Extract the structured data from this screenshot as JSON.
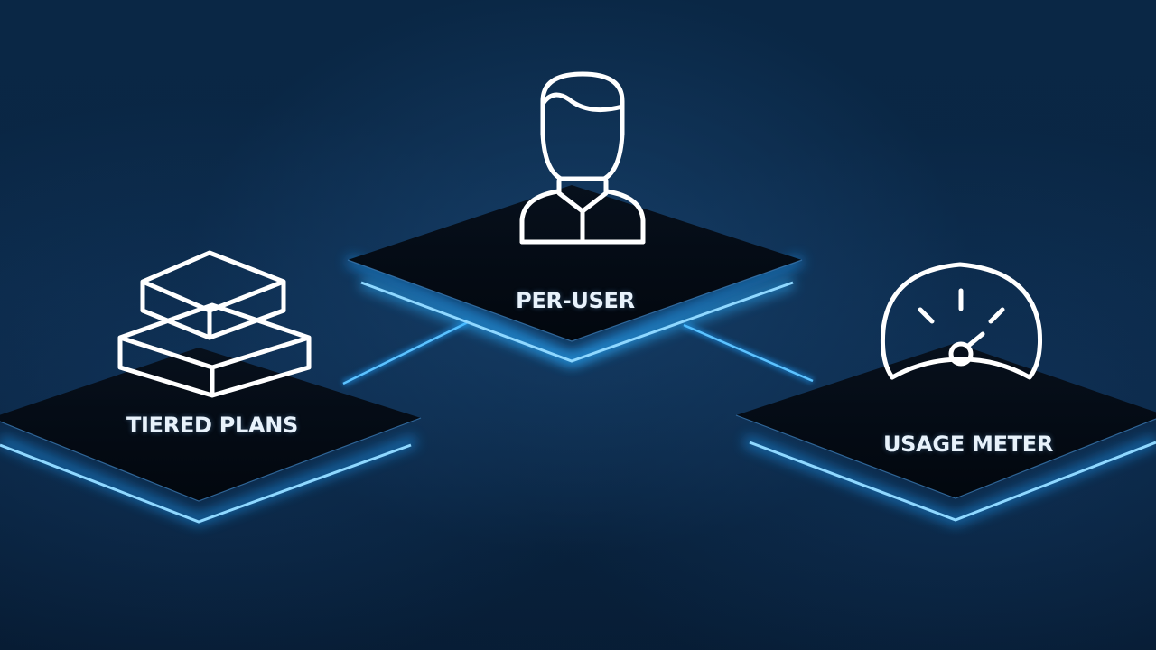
{
  "nodes": [
    {
      "id": "per-user",
      "label": "PER-USER",
      "icon": "user-icon"
    },
    {
      "id": "tiered-plans",
      "label": "TIERED PLANS",
      "icon": "stacked-blocks-icon"
    },
    {
      "id": "usage-meter",
      "label": "USAGE METER",
      "icon": "gauge-icon"
    }
  ],
  "colors": {
    "background": "#0a2745",
    "glow": "#1ea0ff",
    "icon_stroke": "#ffffff",
    "label_text": "#e8f2fb"
  }
}
